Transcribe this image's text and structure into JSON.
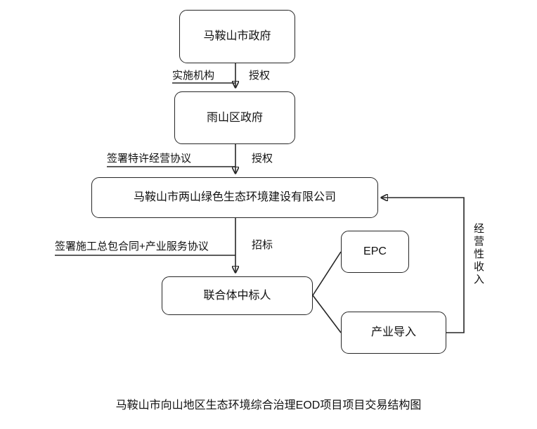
{
  "diagram": {
    "nodes": {
      "city_gov": "马鞍山市政府",
      "district_gov": "雨山区政府",
      "company": "马鞍山市两山绿色生态环境建设有限公司",
      "consortium": "联合体中标人",
      "epc": "EPC",
      "industry": "产业导入"
    },
    "edge_labels": {
      "implement_agency": "实施机构",
      "authorize_1": "授权",
      "franchise_agreement": "签署特许经营协议",
      "authorize_2": "授权",
      "contract_agreement": "签署施工总包合同+产业服务协议",
      "bidding": "招标",
      "operating_income": "经营性收入"
    },
    "caption": "马鞍山市向山地区生态环境综合治理EOD项目项目交易结构图",
    "colors": {
      "line": "#262626",
      "text": "#111111",
      "background": "#ffffff"
    }
  }
}
